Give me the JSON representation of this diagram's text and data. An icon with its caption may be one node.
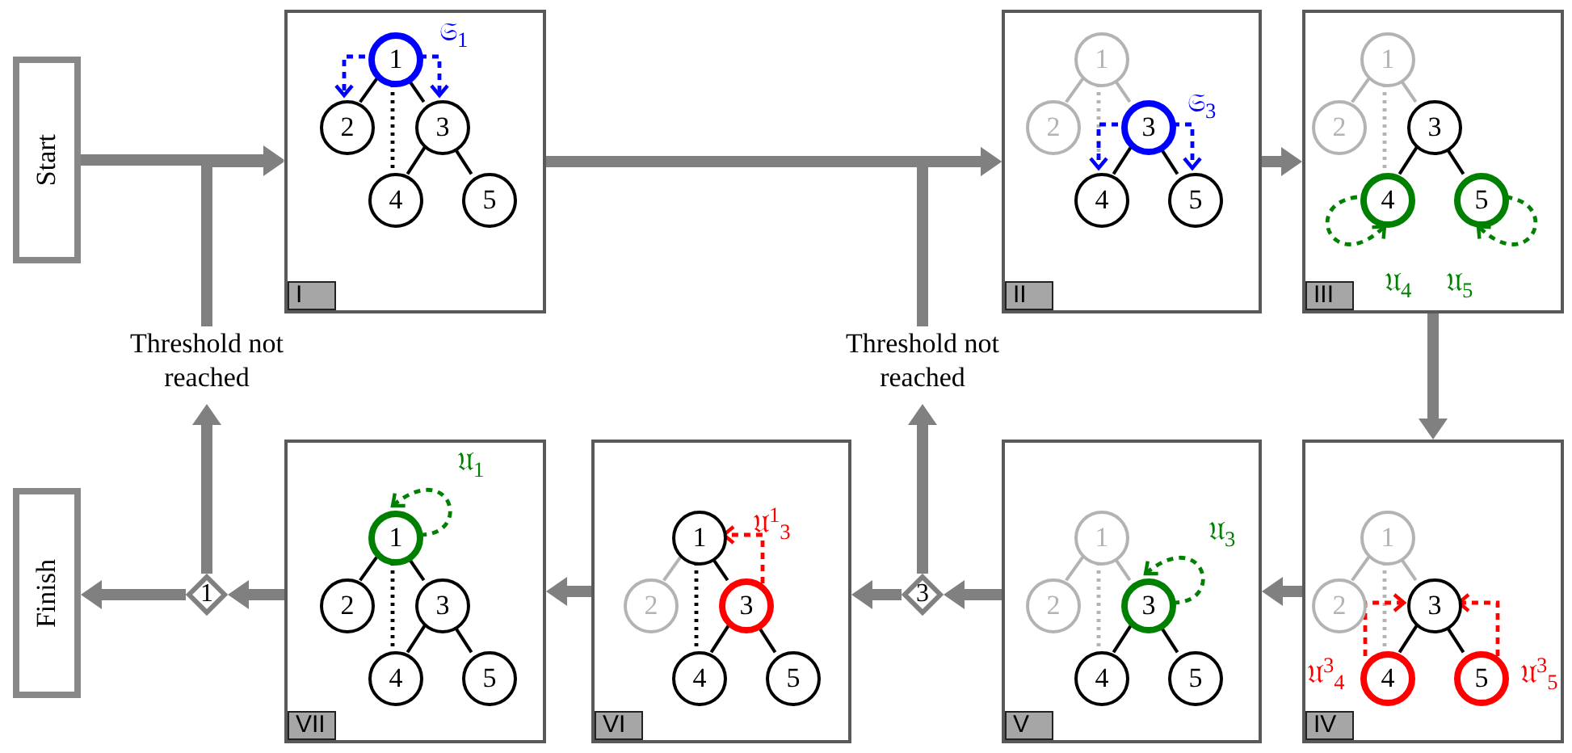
{
  "diagram": {
    "nodes": [
      {
        "text": [
          "Start"
        ]
      },
      {
        "text": [
          "I"
        ]
      },
      {
        "text": [
          "1"
        ],
        "in": 1,
        "beside": [
          "𝔖$_{1}$"
        ]
      },
      {
        "text": [
          "2"
        ],
        "in": 1
      },
      {
        "text": [
          "3"
        ],
        "in": 1
      },
      {
        "text": [
          "4"
        ],
        "in": 1
      },
      {
        "text": [
          "5"
        ],
        "in": 1
      },
      {
        "text": [
          "II"
        ]
      },
      {
        "text": [
          "1"
        ],
        "in": 7
      },
      {
        "text": [
          "2"
        ],
        "in": 7
      },
      {
        "text": [
          "3"
        ],
        "in": 7,
        "beside": [
          "𝔖$_{3}$"
        ]
      },
      {
        "text": [
          "4"
        ],
        "in": 7
      },
      {
        "text": [
          "5"
        ],
        "in": 7
      },
      {
        "text": [
          "III"
        ]
      },
      {
        "text": [
          "1"
        ],
        "in": 13
      },
      {
        "text": [
          "2"
        ],
        "in": 13
      },
      {
        "text": [
          "3"
        ],
        "in": 13
      },
      {
        "text": [
          "4"
        ],
        "in": 13,
        "beside": [
          "𝔘$_{4}$"
        ]
      },
      {
        "text": [
          "5"
        ],
        "in": 13,
        "beside": [
          "𝔘$_{5}$"
        ]
      },
      {
        "text": [
          "Threshold not reached"
        ]
      },
      {
        "text": [
          "Threshold not reached"
        ]
      },
      {
        "text": [
          "Finish"
        ]
      },
      {
        "text": [
          "1"
        ]
      },
      {
        "text": [
          "VII"
        ]
      },
      {
        "text": [
          "1"
        ],
        "in": 23,
        "beside": [
          "𝔘$_{1}$"
        ]
      },
      {
        "text": [
          "2"
        ],
        "in": 23
      },
      {
        "text": [
          "3"
        ],
        "in": 23
      },
      {
        "text": [
          "4"
        ],
        "in": 23
      },
      {
        "text": [
          "5"
        ],
        "in": 23
      },
      {
        "text": [
          "VI"
        ]
      },
      {
        "text": [
          "1"
        ],
        "in": 29
      },
      {
        "text": [
          "2"
        ],
        "in": 29
      },
      {
        "text": [
          "3"
        ],
        "in": 29,
        "beside": [
          "𝔘$^{1}$$_{3}$"
        ]
      },
      {
        "text": [
          "4"
        ],
        "in": 29
      },
      {
        "text": [
          "5"
        ],
        "in": 29
      },
      {
        "text": [
          "3"
        ]
      },
      {
        "text": [
          "V"
        ]
      },
      {
        "text": [
          "1"
        ],
        "in": 36
      },
      {
        "text": [
          "2"
        ],
        "in": 36
      },
      {
        "text": [
          "3"
        ],
        "in": 36,
        "beside": [
          "𝔘$_{3}$"
        ]
      },
      {
        "text": [
          "4"
        ],
        "in": 36
      },
      {
        "text": [
          "5"
        ],
        "in": 36
      },
      {
        "text": [
          "IV"
        ]
      },
      {
        "text": [
          "1"
        ],
        "in": 42
      },
      {
        "text": [
          "2"
        ],
        "in": 42
      },
      {
        "text": [
          "3"
        ],
        "in": 42
      },
      {
        "text": [
          "4"
        ],
        "in": 42,
        "beside": [
          "𝔘$^{3}$$_{4}$"
        ]
      },
      {
        "text": [
          "5"
        ],
        "in": 42,
        "beside": [
          "𝔘$^{3}$$_{5}$"
        ]
      }
    ],
    "edges": [
      {
        "from": 0,
        "to": 1,
        "arrow": "to",
        "style": "thick",
        "color": "#808080"
      },
      {
        "from": 2,
        "to": 3,
        "arrow": "none"
      },
      {
        "from": 2,
        "to": 4,
        "arrow": "none"
      },
      {
        "from": 2,
        "to": 5,
        "arrow": "none",
        "style": "dashed"
      },
      {
        "from": 4,
        "to": 5,
        "arrow": "none"
      },
      {
        "from": 4,
        "to": 6,
        "arrow": "none"
      },
      {
        "from": 2,
        "to": 3,
        "arrow": "to",
        "style": "dashed",
        "color": "#0000ff"
      },
      {
        "from": 2,
        "to": 4,
        "arrow": "to",
        "style": "dashed",
        "color": "#0000ff"
      },
      {
        "from": 1,
        "to": 7,
        "arrow": "to",
        "style": "thick",
        "color": "#808080"
      },
      {
        "from": 8,
        "to": 9,
        "arrow": "none",
        "color": "#b3b3b3"
      },
      {
        "from": 8,
        "to": 10,
        "arrow": "none",
        "color": "#b3b3b3"
      },
      {
        "from": 8,
        "to": 11,
        "arrow": "none",
        "style": "dashed",
        "color": "#b3b3b3"
      },
      {
        "from": 10,
        "to": 11,
        "arrow": "none"
      },
      {
        "from": 10,
        "to": 12,
        "arrow": "none"
      },
      {
        "from": 10,
        "to": 11,
        "arrow": "to",
        "style": "dashed",
        "color": "#0000ff"
      },
      {
        "from": 10,
        "to": 12,
        "arrow": "to",
        "style": "dashed",
        "color": "#0000ff"
      },
      {
        "from": 7,
        "to": 13,
        "arrow": "to",
        "style": "thick",
        "color": "#808080"
      },
      {
        "from": 14,
        "to": 15,
        "arrow": "none",
        "color": "#b3b3b3"
      },
      {
        "from": 14,
        "to": 16,
        "arrow": "none",
        "color": "#b3b3b3"
      },
      {
        "from": 14,
        "to": 17,
        "arrow": "none",
        "style": "dashed",
        "color": "#b3b3b3"
      },
      {
        "from": 16,
        "to": 17,
        "arrow": "none"
      },
      {
        "from": 16,
        "to": 18,
        "arrow": "none"
      },
      {
        "from": 17,
        "to": 17,
        "arrow": "to",
        "style": "dashed",
        "color": "#008000"
      },
      {
        "from": 18,
        "to": 18,
        "arrow": "to",
        "style": "dashed",
        "color": "#008000"
      },
      {
        "from": 13,
        "to": 42,
        "arrow": "to",
        "style": "thick",
        "color": "#808080"
      },
      {
        "from": 43,
        "to": 44,
        "arrow": "none",
        "color": "#b3b3b3"
      },
      {
        "from": 43,
        "to": 45,
        "arrow": "none",
        "color": "#b3b3b3"
      },
      {
        "from": 43,
        "to": 46,
        "arrow": "none",
        "style": "dashed",
        "color": "#b3b3b3"
      },
      {
        "from": 45,
        "to": 46,
        "arrow": "none"
      },
      {
        "from": 45,
        "to": 47,
        "arrow": "none"
      },
      {
        "from": 46,
        "to": 45,
        "arrow": "to",
        "style": "dashed",
        "color": "#ff0000"
      },
      {
        "from": 47,
        "to": 45,
        "arrow": "to",
        "style": "dashed",
        "color": "#ff0000"
      },
      {
        "from": 42,
        "to": 36,
        "arrow": "to",
        "style": "thick",
        "color": "#808080"
      },
      {
        "from": 37,
        "to": 38,
        "arrow": "none",
        "color": "#b3b3b3"
      },
      {
        "from": 37,
        "to": 39,
        "arrow": "none",
        "color": "#b3b3b3"
      },
      {
        "from": 37,
        "to": 40,
        "arrow": "none",
        "style": "dashed",
        "color": "#b3b3b3"
      },
      {
        "from": 39,
        "to": 40,
        "arrow": "none"
      },
      {
        "from": 39,
        "to": 41,
        "arrow": "none"
      },
      {
        "from": 39,
        "to": 39,
        "arrow": "to",
        "style": "dashed",
        "color": "#008000"
      },
      {
        "from": 36,
        "to": 35,
        "arrow": "to",
        "style": "thick",
        "color": "#808080"
      },
      {
        "from": 35,
        "to": 29,
        "arrow": "to",
        "style": "thick",
        "color": "#808080"
      },
      {
        "from": 35,
        "to": 20,
        "arrow": "to",
        "style": "thick",
        "color": "#808080"
      },
      {
        "from": 20,
        "to": 7,
        "arrow": "to",
        "style": "thick",
        "color": "#808080"
      },
      {
        "from": 30,
        "to": 31,
        "arrow": "none",
        "color": "#b3b3b3"
      },
      {
        "from": 30,
        "to": 32,
        "arrow": "none"
      },
      {
        "from": 30,
        "to": 33,
        "arrow": "none",
        "style": "dashed"
      },
      {
        "from": 32,
        "to": 33,
        "arrow": "none"
      },
      {
        "from": 32,
        "to": 34,
        "arrow": "none"
      },
      {
        "from": 32,
        "to": 30,
        "arrow": "to",
        "style": "dashed",
        "color": "#ff0000"
      },
      {
        "from": 29,
        "to": 23,
        "arrow": "to",
        "style": "thick",
        "color": "#808080"
      },
      {
        "from": 24,
        "to": 25,
        "arrow": "none"
      },
      {
        "from": 24,
        "to": 26,
        "arrow": "none"
      },
      {
        "from": 24,
        "to": 27,
        "arrow": "none",
        "style": "dashed"
      },
      {
        "from": 26,
        "to": 27,
        "arrow": "none"
      },
      {
        "from": 26,
        "to": 28,
        "arrow": "none"
      },
      {
        "from": 24,
        "to": 24,
        "arrow": "to",
        "style": "dashed",
        "color": "#008000"
      },
      {
        "from": 23,
        "to": 22,
        "arrow": "to",
        "style": "thick",
        "color": "#808080"
      },
      {
        "from": 22,
        "to": 21,
        "arrow": "to",
        "style": "thick",
        "color": "#808080"
      },
      {
        "from": 22,
        "to": 19,
        "arrow": "to",
        "style": "thick",
        "color": "#808080"
      },
      {
        "from": 19,
        "to": 1,
        "arrow": "to",
        "style": "thick",
        "color": "#808080"
      }
    ]
  }
}
